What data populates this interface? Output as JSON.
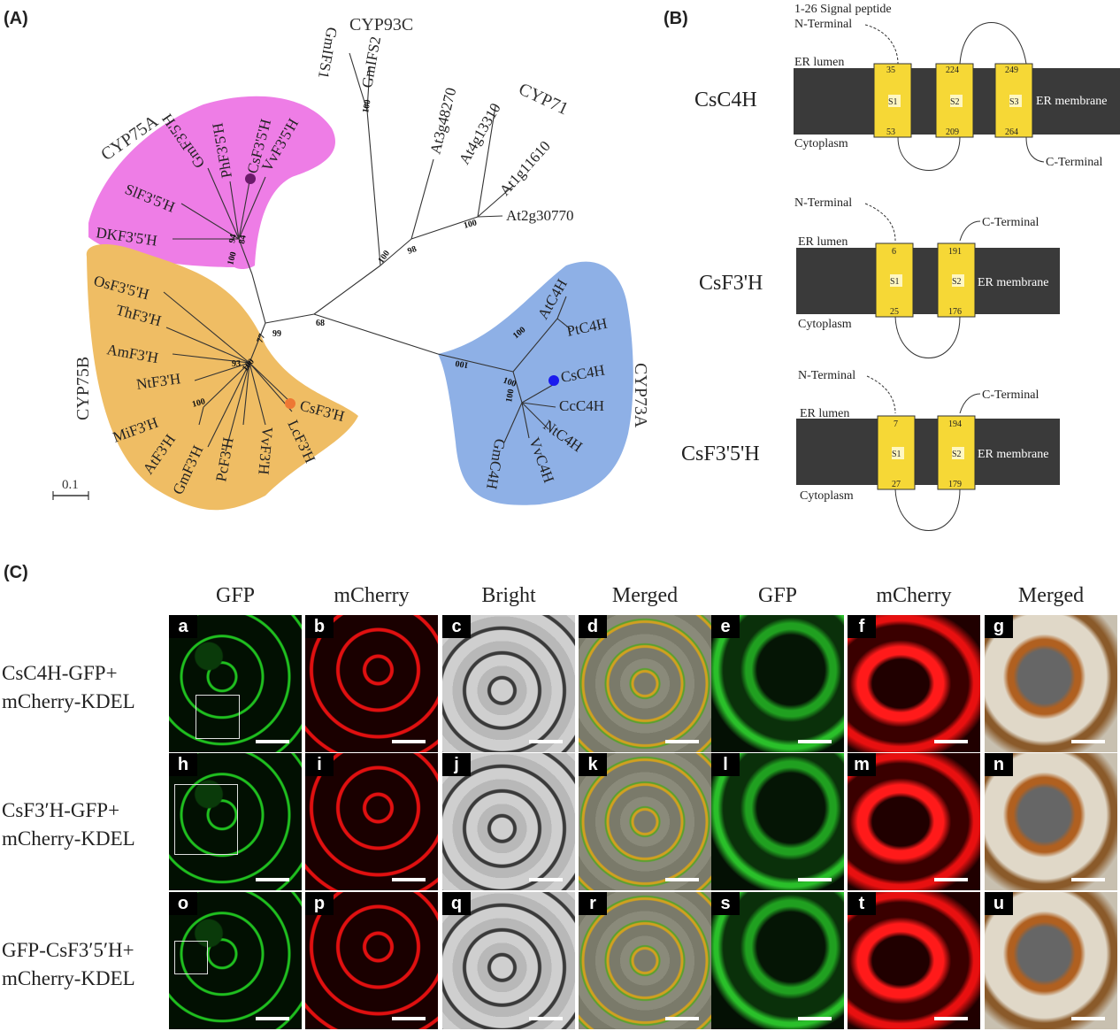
{
  "panels": {
    "a": "(A)",
    "b": "(B)",
    "c": "(C)"
  },
  "tree": {
    "scale_label": "0.1",
    "clades": {
      "cyp75a": "CYP75A",
      "cyp75b": "CYP75B",
      "cyp73a": "CYP73A",
      "cyp93c": "CYP93C",
      "cyp71": "CYP71"
    },
    "leaves": {
      "gmifs1": "GmIFS1",
      "gmifs2": "GmIFS2",
      "at3g48270": "At3g48270",
      "at4g13310": "At4g13310",
      "at1g11610": "At1g11610",
      "at2g30770": "At2g30770",
      "csf35h": "CsF3'5'H",
      "vvf35h": "VvF3'5'H",
      "phf35h": "PhF3'5'H",
      "gmf35h": "GmF3'5'H",
      "slf35h": "SlF3'5'H",
      "dkf35h": "DKF3'5'H",
      "osf35h": "OsF3'5'H",
      "thf3h": "ThF3'H",
      "amf3h": "AmF3'H",
      "ntf3h": "NtF3'H",
      "mif3h": "MiF3'H",
      "atf3h": "AtF3'H",
      "gmf3h": "GmF3'H",
      "pcf3h": "PcF3'H",
      "vvf3h": "VvF3'H",
      "lcf3h": "LcF3'H",
      "csf3h": "CsF3'H",
      "atc4h": "AtC4H",
      "ptc4h": "PtC4H",
      "csc4h": "CsC4H",
      "ccc4h": "CcC4H",
      "ntc4h": "NtC4H",
      "vvc4h": "VvC4H",
      "gmc4h": "GmC4H"
    },
    "bootstrap": {
      "b100a": "100",
      "b100b": "100",
      "b98": "98",
      "b100c": "100",
      "b100d": "100",
      "b68": "68",
      "b99": "99",
      "b77": "77",
      "b100e": "100",
      "b100f": "100",
      "b100g": "100",
      "b93": "93",
      "b94": "94",
      "b84": "84",
      "b100h": "100",
      "b100i": "100",
      "b100j": "100"
    },
    "colors": {
      "cyp75a": "#ee7de6",
      "cyp75b": "#efbd64",
      "cyp73a": "#8eb0e6",
      "dot_csf35h": "#6a1a6a",
      "dot_csf3h": "#ee7733",
      "dot_csc4h": "#1a1aee"
    }
  },
  "topology": {
    "signal_peptide": "1-26 Signal peptide",
    "n_terminal": "N-Terminal",
    "c_terminal": "C-Terminal",
    "er_lumen": "ER lumen",
    "cytoplasm": "Cytoplasm",
    "er_membrane": "ER membrane",
    "er_membrane_short": "ER membrane",
    "proteins": [
      {
        "name": "CsC4H",
        "segments": [
          {
            "label": "S1",
            "top": "35",
            "bottom": "53"
          },
          {
            "label": "S2",
            "top": "224",
            "bottom": "209"
          },
          {
            "label": "S3",
            "top": "249",
            "bottom": "264"
          }
        ]
      },
      {
        "name": "CsF3'H",
        "segments": [
          {
            "label": "S1",
            "top": "6",
            "bottom": "25"
          },
          {
            "label": "S2",
            "top": "191",
            "bottom": "176"
          }
        ]
      },
      {
        "name": "CsF3'5'H",
        "segments": [
          {
            "label": "S1",
            "top": "7",
            "bottom": "27"
          },
          {
            "label": "S2",
            "top": "194",
            "bottom": "179"
          }
        ]
      }
    ]
  },
  "microscopy": {
    "columns": [
      "GFP",
      "mCherry",
      "Bright",
      "Merged",
      "GFP",
      "mCherry",
      "Merged"
    ],
    "rows": [
      {
        "line1": "CsC4H-GFP+",
        "line2": "mCherry-KDEL",
        "tags": [
          "a",
          "b",
          "c",
          "d",
          "e",
          "f",
          "g"
        ]
      },
      {
        "line1": "CsF3′H-GFP+",
        "line2": "mCherry-KDEL",
        "tags": [
          "h",
          "i",
          "j",
          "k",
          "l",
          "m",
          "n"
        ]
      },
      {
        "line1": "GFP-CsF3′5′H+",
        "line2": "mCherry-KDEL",
        "tags": [
          "o",
          "p",
          "q",
          "r",
          "s",
          "t",
          "u"
        ]
      }
    ]
  }
}
